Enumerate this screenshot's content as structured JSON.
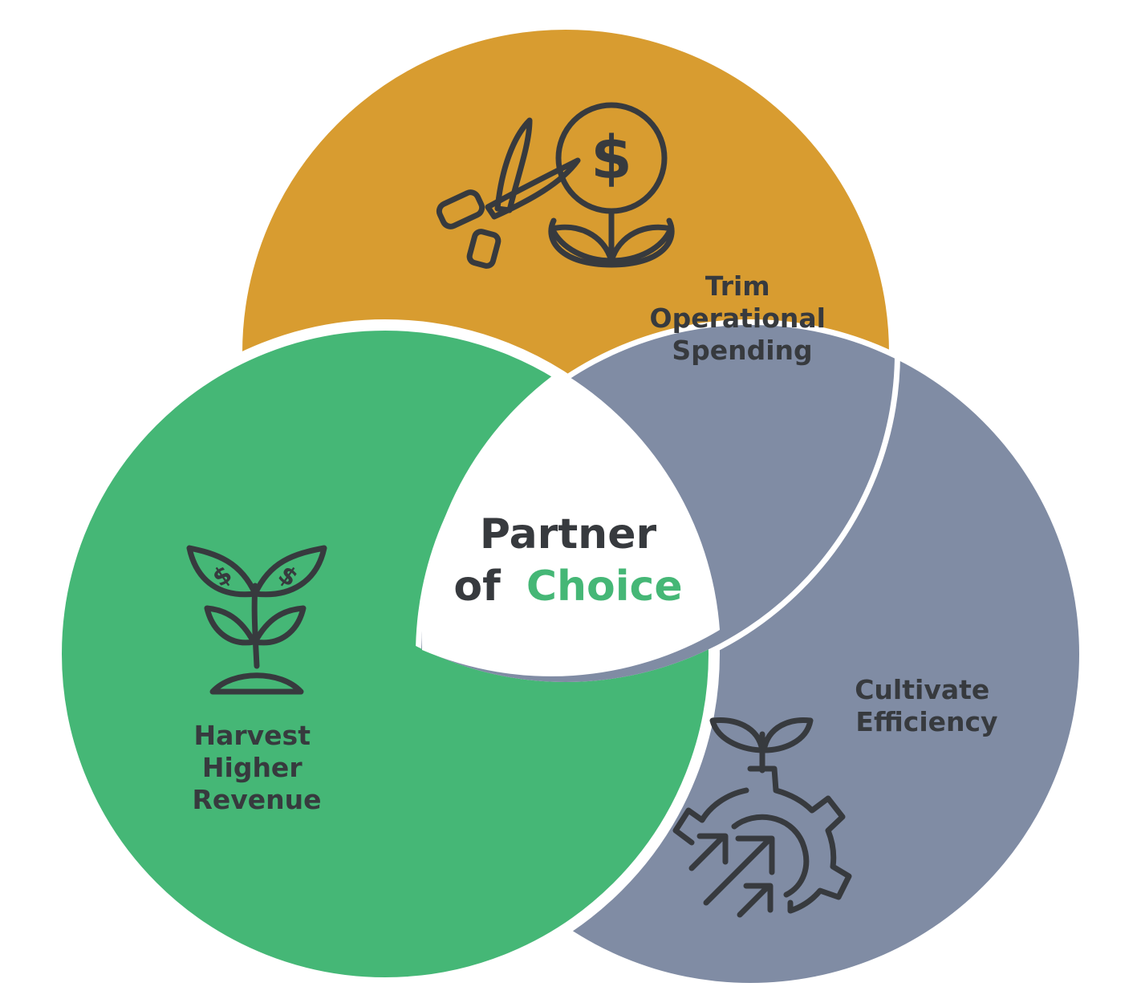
{
  "colors": {
    "top": "#D89C30",
    "left": "#45B776",
    "right": "#808CA4",
    "center": "#FFFFFF",
    "text": "#373A3E",
    "accent": "#45B776",
    "gap": "#FFFFFF"
  },
  "circles": {
    "top": {
      "label_lines": [
        "Trim",
        "Operational",
        "Spending"
      ],
      "icon": "shears-money-flower-icon"
    },
    "left": {
      "label_lines": [
        "Harvest",
        "Higher",
        "Revenue"
      ],
      "icon": "money-plant-icon"
    },
    "right": {
      "label_lines": [
        "Cultivate",
        "Efficiency"
      ],
      "icon": "sprout-gear-arrows-icon"
    }
  },
  "center": {
    "line1": "Partner",
    "line2_prefix": "of",
    "line2_accent": "Choice"
  },
  "glyphs": {
    "dollar": "$"
  }
}
